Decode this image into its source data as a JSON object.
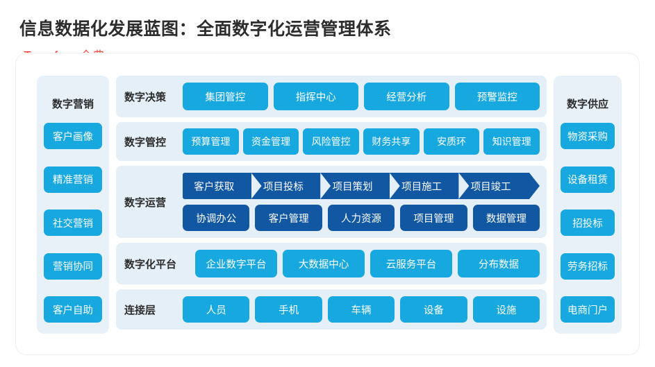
{
  "header": {
    "title": "信息数据化发展蓝图：全面数字化运营管理体系",
    "brand_en": "Teamface",
    "brand_cn": "企典"
  },
  "colors": {
    "accent_light_blue": "#18a8e0",
    "accent_dark_blue": "#1157a2",
    "panel_bg": "#e5eff7",
    "side_panel_bg": "#e8f1f8",
    "brand_red": "#f4352c",
    "title_text": "#2d2d2d"
  },
  "left_panel": {
    "title": "数字营销",
    "items": [
      {
        "label": "客户画像"
      },
      {
        "label": "精准营销"
      },
      {
        "label": "社交营销"
      },
      {
        "label": "营销协同"
      },
      {
        "label": "客户自助"
      }
    ]
  },
  "right_panel": {
    "title": "数字供应",
    "items": [
      {
        "label": "物资采购"
      },
      {
        "label": "设备租赁"
      },
      {
        "label": "招投标"
      },
      {
        "label": "劳务招标"
      },
      {
        "label": "电商门户"
      }
    ]
  },
  "rows": {
    "decision": {
      "label": "数字决策",
      "items": [
        {
          "label": "集团管控"
        },
        {
          "label": "指挥中心"
        },
        {
          "label": "经营分析"
        },
        {
          "label": "预警监控"
        }
      ]
    },
    "control": {
      "label": "数字管控",
      "items": [
        {
          "label": "预算管理"
        },
        {
          "label": "资金管理"
        },
        {
          "label": "风险管控"
        },
        {
          "label": "财务共享"
        },
        {
          "label": "安质环"
        },
        {
          "label": "知识管理"
        }
      ]
    },
    "operations": {
      "label": "数字运营",
      "flow": [
        {
          "label": "客户获取"
        },
        {
          "label": "项目投标"
        },
        {
          "label": "项目策划"
        },
        {
          "label": "项目施工"
        },
        {
          "label": "项目竣工"
        }
      ],
      "modules": [
        {
          "label": "协调办公"
        },
        {
          "label": "客户管理"
        },
        {
          "label": "人力资源"
        },
        {
          "label": "项目管理"
        },
        {
          "label": "数据管理"
        }
      ]
    },
    "platform": {
      "label": "数字化平台",
      "items": [
        {
          "label": "企业数字平台"
        },
        {
          "label": "大数据中心"
        },
        {
          "label": "云服务平台"
        },
        {
          "label": "分布数据"
        }
      ]
    },
    "connect": {
      "label": "连接层",
      "items": [
        {
          "label": "人员"
        },
        {
          "label": "手机"
        },
        {
          "label": "车辆"
        },
        {
          "label": "设备"
        },
        {
          "label": "设施"
        }
      ]
    }
  }
}
